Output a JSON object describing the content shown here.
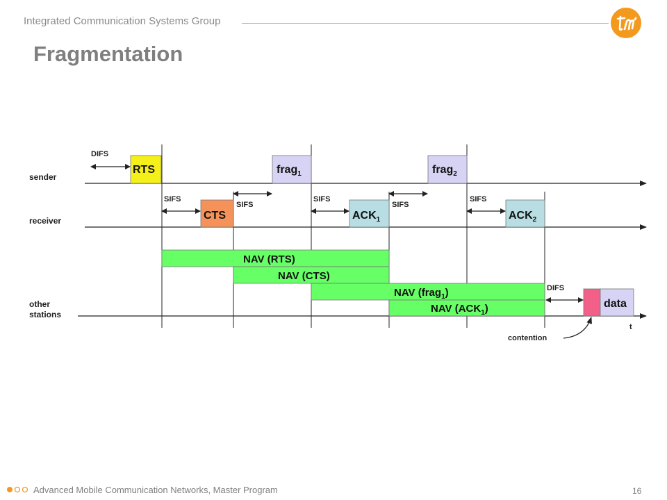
{
  "header": {
    "group": "Integrated Communication Systems Group",
    "accent_color": "#f39a1e"
  },
  "title": "Fragmentation",
  "diagram": {
    "rows": {
      "sender": "sender",
      "receiver": "receiver",
      "other_line1": "other",
      "other_line2": "stations"
    },
    "frames": {
      "rts": "RTS",
      "frag1_base": "frag",
      "frag1_sub": "1",
      "frag2_base": "frag",
      "frag2_sub": "2",
      "cts": "CTS",
      "ack1_base": "ACK",
      "ack1_sub": "1",
      "ack2_base": "ACK",
      "ack2_sub": "2",
      "data": "data"
    },
    "nav": {
      "rts": "NAV (RTS)",
      "cts": "NAV (CTS)",
      "frag1_base": "NAV (frag",
      "frag1_sub": "1",
      "frag1_close": ")",
      "ack1_base": "NAV (ACK",
      "ack1_sub": "1",
      "ack1_close": ")"
    },
    "spaces": {
      "difs_sender": "DIFS",
      "sifs_1": "SIFS",
      "sifs_2": "SIFS",
      "sifs_3": "SIFS",
      "sifs_4": "SIFS",
      "sifs_5": "SIFS",
      "difs_other": "DIFS"
    },
    "time_label": "t",
    "contention": "contention",
    "colors": {
      "rts": "#f5ef1a",
      "frag": "#d6d3f4",
      "cts": "#f4925a",
      "ack": "#b8dde2",
      "nav": "#66ff66",
      "contention_slot": "#f2608a",
      "data": "#d6d3f4"
    }
  },
  "footer": {
    "text": "Advanced Mobile Communication Networks,  Master Program",
    "page": "16"
  }
}
